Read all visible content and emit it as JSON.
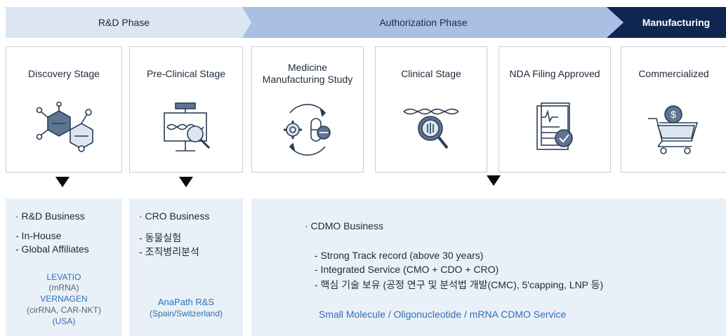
{
  "phases": [
    {
      "label": "R&D Phase",
      "color": "#dce6f3"
    },
    {
      "label": "Authorization Phase",
      "color": "#a9bfe4"
    },
    {
      "label": "Manufacturing",
      "color": "#0f2650"
    }
  ],
  "stages": [
    {
      "title": "Discovery Stage",
      "icon": "molecule-icon"
    },
    {
      "title": "Pre-Clinical Stage",
      "icon": "microscope-dna-icon"
    },
    {
      "title": "Medicine\nManufacturing Study",
      "icon": "gear-capsule-cycle-icon"
    },
    {
      "title": "Clinical Stage",
      "icon": "dna-magnifier-icon"
    },
    {
      "title": "NDA Filing Approved",
      "icon": "document-check-icon"
    },
    {
      "title": "Commercialized",
      "icon": "shopping-cart-dollar-icon"
    }
  ],
  "rd": {
    "heading": "· R&D Business",
    "items": [
      "- In-House",
      "- Global Affiliates"
    ],
    "affiliate1_name": "LEVATIO",
    "affiliate1_detail": "(mRNA)",
    "affiliate2_name": "VERNAGEN",
    "affiliate2_detail": "(cirRNA, CAR-NKT)",
    "affiliate2_location": "(USA)"
  },
  "cro": {
    "heading": "· CRO Business",
    "items": [
      "- 동물실험",
      "- 조직병리분석"
    ],
    "partner_name": "AnaPath R&S",
    "partner_location": "(Spain/Switzerland)"
  },
  "cdmo": {
    "heading": "· CDMO Business",
    "items": [
      "- Strong Track record (above 30 years)",
      "- Integrated Service (CMO + CDO + CRO)",
      "- 핵심 기술 보유 (공정 연구 및 분석법 개발(CMC), 5'capping, LNP 등)"
    ],
    "service": "Small Molecule / Oligonucleotide / mRNA CDMO Service"
  },
  "colors": {
    "accent_blue": "#2f6fb5",
    "box_bg": "#eaf0f8",
    "border": "#c9cdd3"
  }
}
